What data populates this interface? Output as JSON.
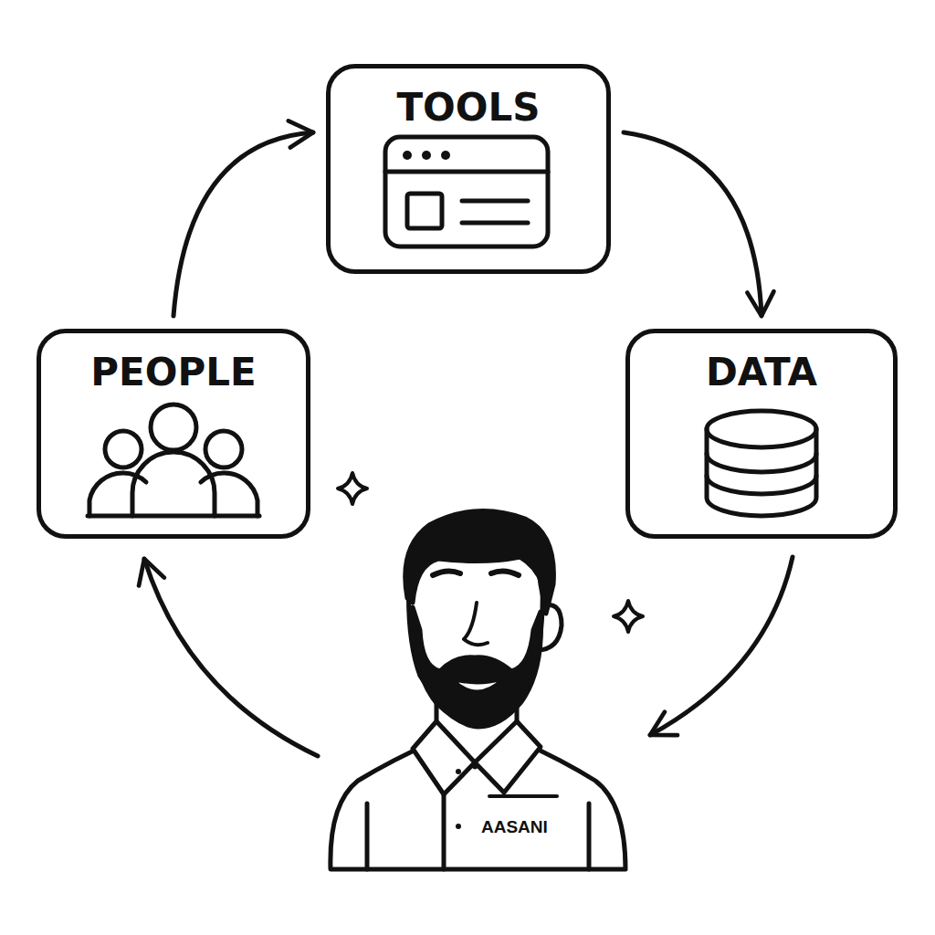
{
  "diagram": {
    "nodes": [
      {
        "text": [
          "TOOLS"
        ]
      },
      {
        "text": [
          "PEOPLE"
        ]
      },
      {
        "text": [
          "DATA"
        ]
      }
    ],
    "edges": [
      {
        "from": 1,
        "to": 0,
        "arrow": "to"
      },
      {
        "from": 0,
        "to": 2,
        "arrow": "to"
      }
    ],
    "labels": [
      "AASANI"
    ]
  }
}
